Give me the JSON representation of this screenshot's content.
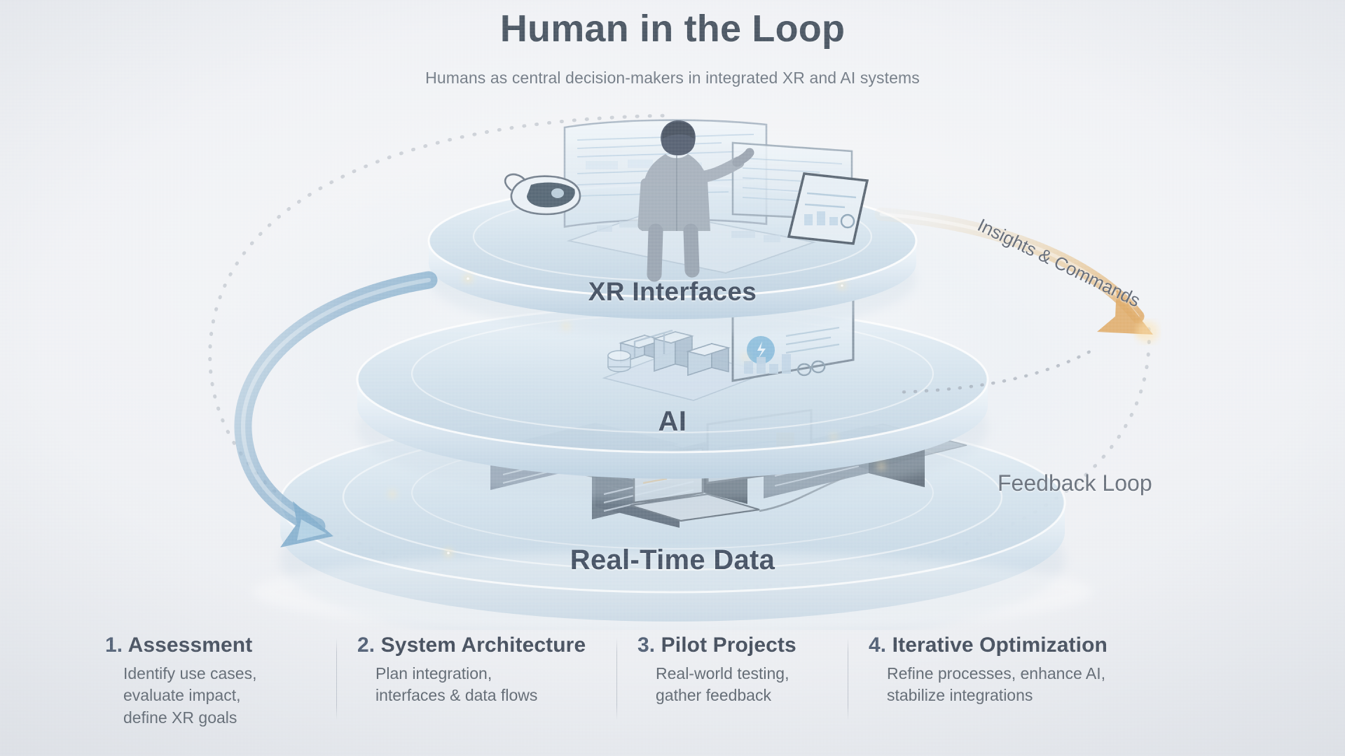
{
  "header": {
    "title": "Human in the Loop",
    "subtitle": "Humans as central decision-makers in integrated XR and AI systems"
  },
  "diagram": {
    "type": "layered-stack",
    "layers": [
      {
        "id": "xr",
        "label": "XR Interfaces",
        "illustration": "person-at-control-station-with-vr-headset-screens-tablet"
      },
      {
        "id": "ai",
        "label": "AI",
        "illustration": "digital-twin-factory-model-with-analytics-dashboard"
      },
      {
        "id": "data",
        "label": "Real-Time Data",
        "illustration": "server-racks-laptop-and-monitors"
      }
    ],
    "flows": [
      {
        "id": "insights",
        "label": "Insights & Commands",
        "direction": "top-layer-to-bottom-layer",
        "color": "#e0a75c"
      },
      {
        "id": "feedback",
        "label": "Feedback Loop",
        "direction": "bottom-layer-to-top-layer",
        "color": "#7fa9c9"
      }
    ]
  },
  "steps": [
    {
      "num": "1.",
      "title": "Assessment",
      "lines": [
        "Identify use cases,",
        "evaluate impact,",
        "define XR goals"
      ]
    },
    {
      "num": "2.",
      "title": "System Architecture",
      "lines": [
        "Plan integration,",
        "interfaces & data flows"
      ]
    },
    {
      "num": "3.",
      "title": "Pilot Projects",
      "lines": [
        "Real-world testing,",
        "gather feedback"
      ]
    },
    {
      "num": "4.",
      "title": "Iterative Optimization",
      "lines": [
        "Refine processes, enhance AI,",
        "stabilize integrations"
      ]
    }
  ],
  "colors": {
    "background": "#eef0f4",
    "title": "#33404f",
    "label": "#2d3b50",
    "accent_blue": "#7fa9c9",
    "accent_gold": "#e0a75c"
  }
}
